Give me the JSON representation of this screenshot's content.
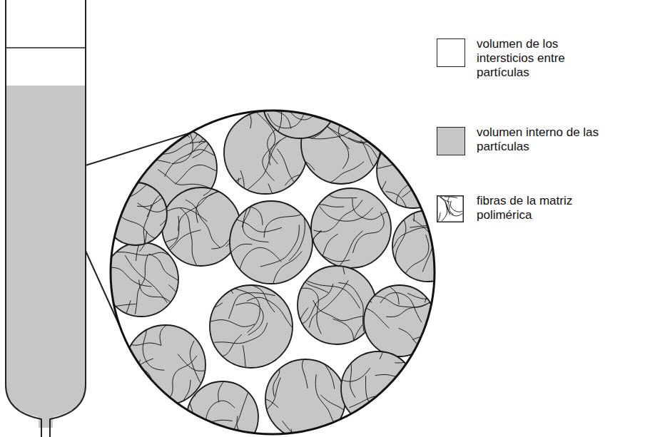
{
  "diagram": {
    "legend": [
      {
        "text": "volumen de los intersticios entre partículas",
        "color": "#ffffff"
      },
      {
        "text": "volumen interno de las partículas",
        "color": "#c8c8c8"
      },
      {
        "text": "fibras de la matriz polimérica"
      }
    ]
  }
}
